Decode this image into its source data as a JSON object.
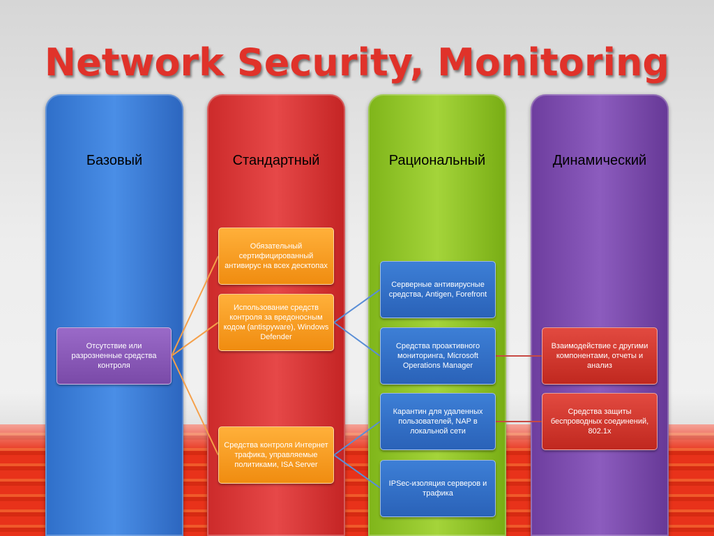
{
  "title": "Network Security, Monitoring",
  "columns": [
    {
      "title": "Базовый"
    },
    {
      "title": "Стандартный"
    },
    {
      "title": "Рациональный"
    },
    {
      "title": "Динамический"
    }
  ],
  "boxes": {
    "basic_1": "Отсутствие или разрозненные средства контроля",
    "std_1": "Обязательный сертифицированный антивирус на всех десктопах",
    "std_2": "Использование средств контроля за вредоносным кодом (antispyware), Windows Defender",
    "std_3": "Средства контроля Интернет трафика, управляемые политиками, ISA Server",
    "rat_1": "Серверные антивирусные средства, Antigen, Forefront",
    "rat_2": "Средства проактивного мониторинга, Microsoft Operations Manager",
    "rat_3": "Карантин для удаленных пользователей, NAP в локальной сети",
    "rat_4": "IPSec-изоляция серверов и трафика",
    "dyn_1": "Взаимодействие с другими компонентами, отчеты и анализ",
    "dyn_2": "Средства защиты беспроводных соединений, 802.1x"
  },
  "colors": {
    "title": "#e0322a",
    "connector_orange": "#f5a04a",
    "connector_blue": "#5a8ed6",
    "connector_red": "#c84a44"
  }
}
